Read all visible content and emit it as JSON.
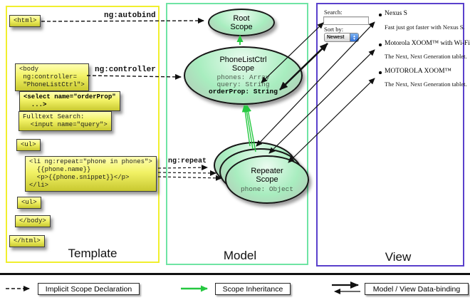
{
  "panels": {
    "template": {
      "title": "Template"
    },
    "model": {
      "title": "Model"
    },
    "view": {
      "title": "View"
    }
  },
  "labels": {
    "autobind": "ng:autobind",
    "controller": "ng:controller",
    "repeat": "ng:repeat"
  },
  "template_boxes": [
    {
      "id": "html-open",
      "code": "<html>"
    },
    {
      "id": "body-open",
      "code": "<body\n ng:controller=\n \"PhoneListCtrl\">"
    },
    {
      "id": "select",
      "code": "<select name=\"orderProp\"\n  ...>"
    },
    {
      "id": "fulltext",
      "code": "Fulltext Search:\n  <input name=\"query\">"
    },
    {
      "id": "ul-open",
      "code": "<ul>"
    },
    {
      "id": "li-repeat",
      "code": "<li ng:repeat=\"phone in phones\">\n  {{phone.name}}\n  <p>{{phone.snippet}}</p>\n</li>"
    },
    {
      "id": "ul-close",
      "code": "<ul>"
    },
    {
      "id": "body-close",
      "code": "</body>"
    },
    {
      "id": "html-close",
      "code": "</html>"
    }
  ],
  "scopes": {
    "root": {
      "title": "Root\nScope"
    },
    "phonelist": {
      "title": "PhoneListCtrl\nScope",
      "prop1": "phones: Array",
      "prop2": "query: String",
      "prop3": "orderProp: String"
    },
    "repeater": {
      "title": "Repeater\nScope",
      "prop1": "phone: Object"
    }
  },
  "view": {
    "search_label": "Search:",
    "sort_label": "Sort by:",
    "sort_value": "Newest",
    "items": [
      {
        "name": "Nexus S",
        "snippet": "Fast just got faster with Nexus S."
      },
      {
        "name": "Motorola XOOM™ with Wi-Fi",
        "snippet": "The Next, Next Generation tablet."
      },
      {
        "name": "MOTOROLA XOOM™",
        "snippet": "The Next, Next Generation tablet."
      }
    ]
  },
  "legend": {
    "implicit": "Implicit Scope Declaration",
    "inheritance": "Scope Inheritance",
    "databinding": "Model / View Data-binding"
  },
  "colors": {
    "template_border": "#f1ef2e",
    "model_border": "#6fe4a4",
    "view_border": "#5a40cc",
    "box_fill_top": "#ffffb2",
    "box_fill_bottom": "#c9c930",
    "scope_green": "#a8edbf",
    "inheritance_arrow": "#25c840",
    "arrow_black": "#111111"
  }
}
